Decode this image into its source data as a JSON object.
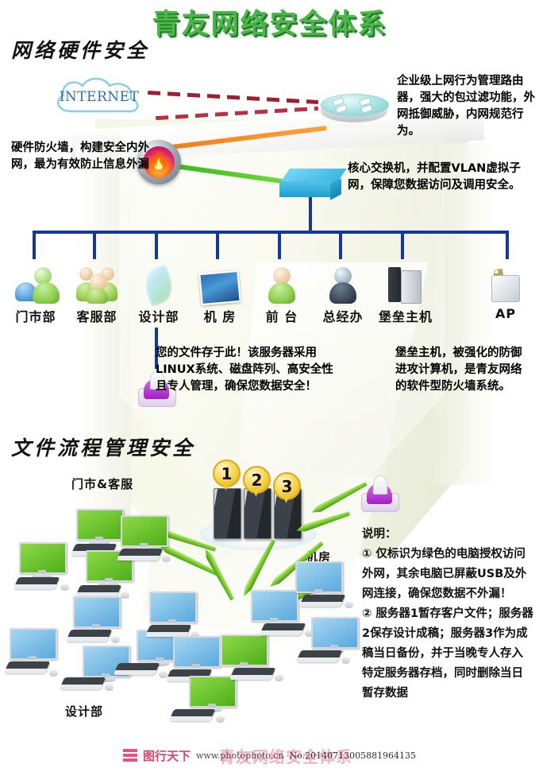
{
  "poster": {
    "main_title": "青友网络安全体系",
    "section1_title": "网络硬件安全",
    "section2_title": "文件流程管理安全"
  },
  "cloud": {
    "label": "INTERNET"
  },
  "callouts": {
    "firewall": "硬件防火墙，构建安全内外网，最为有效防止信息外漏",
    "router": "企业级上网行为管理路由器，强大的包过滤功能，外网抵御威胁，内网规范行为。",
    "switch": "核心交换机，并配置VLAN虚拟子网，保障您数据访问及调用安全。",
    "storage": "您的文件存于此！该服务器采用LINUX系统、磁盘阵列、高安全性且专人管理，确保您数据安全！",
    "bastion": "堡垒主机，被强化的防御进攻计算机，是青友网络的软件型防火墙系统。"
  },
  "nodes": [
    {
      "label": "门市部",
      "icon": "user-pair-icon"
    },
    {
      "label": "客服部",
      "icon": "user-group-icon"
    },
    {
      "label": "设计部",
      "icon": "feather-icon"
    },
    {
      "label": "机 房",
      "icon": "photo-frame-icon"
    },
    {
      "label": "前 台",
      "icon": "user-female-icon"
    },
    {
      "label": "总经办",
      "icon": "user-suit-icon"
    },
    {
      "label": "堡垒主机",
      "icon": "desktop-tower-icon"
    },
    {
      "label": "AP",
      "icon": "wireless-ap-icon"
    }
  ],
  "flow": {
    "group_top_label": "门市&客服",
    "group_bottom_label": "设计部",
    "server_room_label": "机房",
    "server_numbers": [
      "1",
      "2",
      "3"
    ]
  },
  "notes": {
    "heading": "说明：",
    "item1": "① 仅标识为绿色的电脑授权访问外网，其余电脑已屏蔽USB及外网连接，确保您数据不外漏！",
    "item2": "② 服务器1暂存客户文件；服务器2保存设计成稿；服务器3作为成稿当日备份，并于当晚专人存入特定服务器存档，同时删除当日暂存数据"
  },
  "watermark": {
    "site_cn": "图行天下",
    "url": "www.photophoto.cn",
    "number": "No.20140713005881964135",
    "ghost": "青友网络安全体系"
  },
  "colors": {
    "title_green": "#49b749",
    "bus_blue": "#14369e",
    "arrow_green": "#6fc62a",
    "internet_blue": "#2f6fa8",
    "authorized_monitor": "#4fae18",
    "restricted_monitor": "#5aa9dd"
  }
}
